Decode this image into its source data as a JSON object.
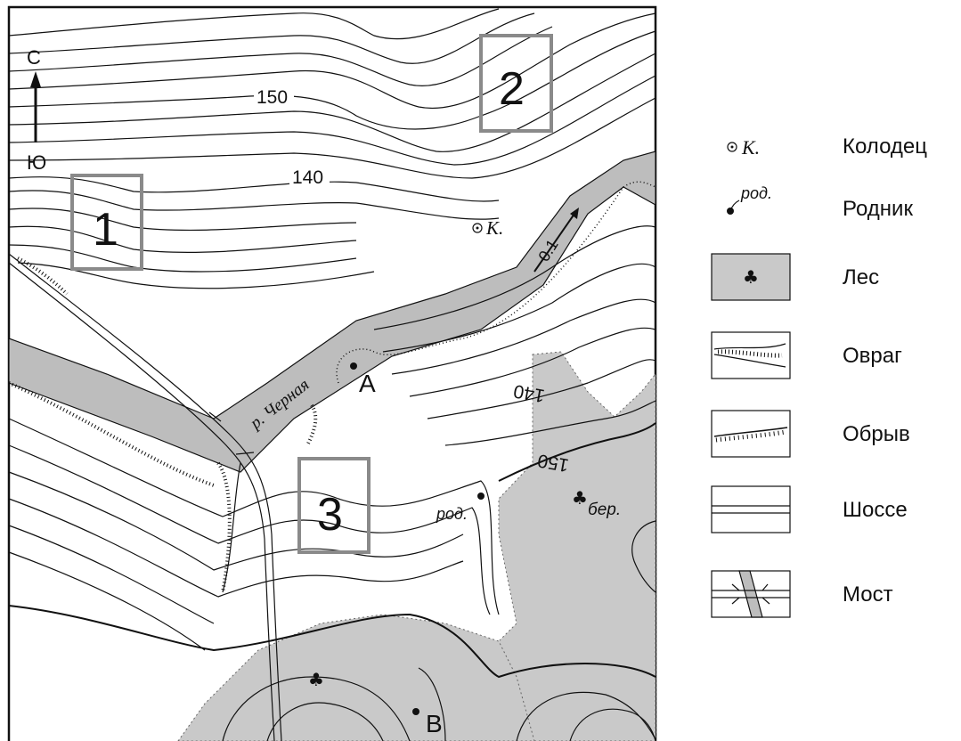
{
  "map": {
    "compass": {
      "north": "С",
      "south": "Ю"
    },
    "contour_labels": [
      "150",
      "140",
      "140",
      "150"
    ],
    "river_name": "р. Черная",
    "river_flow": "0.1",
    "squares": [
      "1",
      "2",
      "3"
    ],
    "points": [
      "A",
      "B"
    ],
    "well_label": "К.",
    "spring_label": "род.",
    "forest_label": "бер."
  },
  "legend": {
    "items": [
      {
        "key": "well",
        "symbol_text": "К.",
        "label": "Колодец"
      },
      {
        "key": "spring",
        "symbol_text": "род.",
        "label": "Родник"
      },
      {
        "key": "forest",
        "label": "Лес"
      },
      {
        "key": "ravine",
        "label": "Овраг"
      },
      {
        "key": "cliff",
        "label": "Обрыв"
      },
      {
        "key": "highway",
        "label": "Шоссе"
      },
      {
        "key": "bridge",
        "label": "Мост"
      }
    ]
  },
  "colors": {
    "forest": "#c9c9c9",
    "river": "#bdbdbd",
    "line": "#111111",
    "square_border": "#8a8a8a"
  }
}
